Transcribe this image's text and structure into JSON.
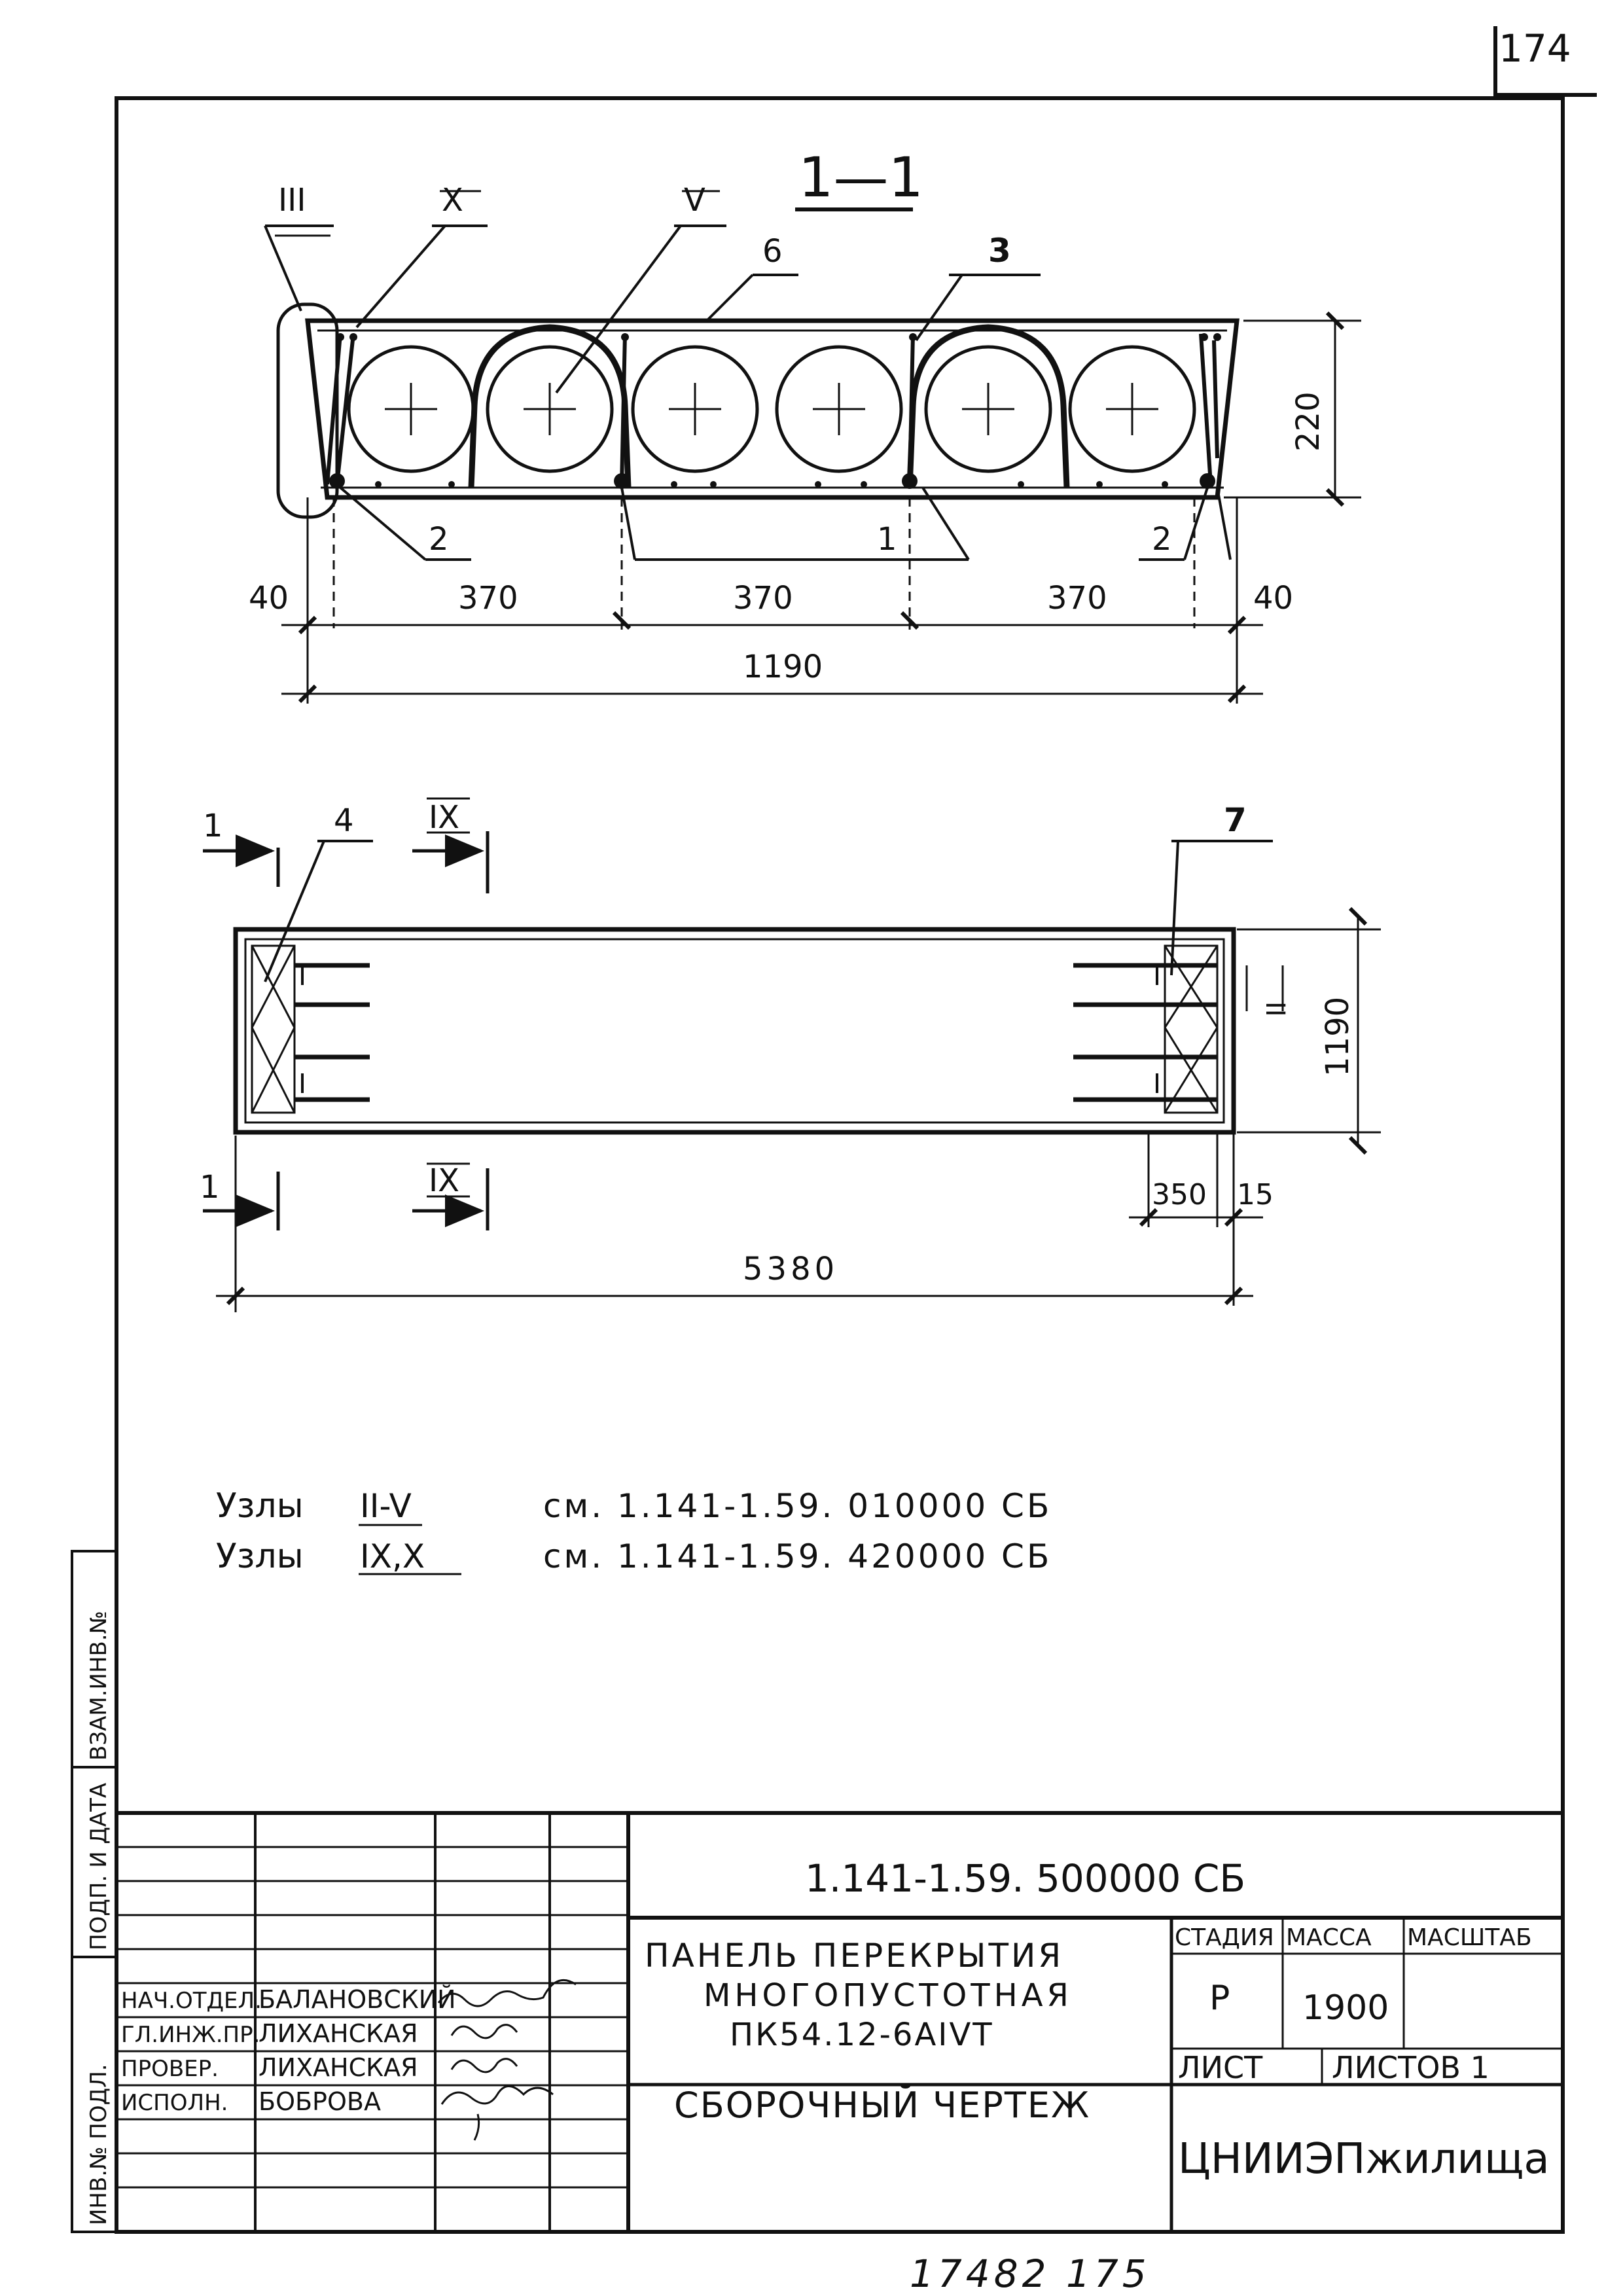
{
  "sheet_number": "174",
  "archive_note": "17482 175",
  "section": {
    "title": "1—1",
    "callouts": [
      "III",
      "X",
      "V",
      "6",
      "3",
      "2",
      "1",
      "2"
    ],
    "dim_height": "220",
    "dims_bottom": [
      "40",
      "370",
      "370",
      "370",
      "40"
    ],
    "dim_total": "1190"
  },
  "plan": {
    "marks": [
      "1",
      "4",
      "IX",
      "7",
      "1",
      "IX"
    ],
    "node_mark": "II",
    "dim_width": "1190",
    "dims_small": [
      "350",
      "15"
    ],
    "dim_length": "5380"
  },
  "notes": [
    {
      "label": "Узлы",
      "nodes": "II-V",
      "ref": "см. 1.141-1.59. 010000 СБ"
    },
    {
      "label": "Узлы",
      "nodes": "IX,X",
      "ref": "см. 1.141-1.59. 420000 СБ"
    }
  ],
  "side_labels": [
    "ВЗАМ.ИНВ.№",
    "ПОДП. И ДАТА",
    "ИНВ.№ ПОДЛ."
  ],
  "title_block": {
    "doc_code": "1.141-1.59. 500000 СБ",
    "people": [
      {
        "role": "НАЧ.ОТДЕЛ.",
        "name": "БАЛАНОВСКИЙ"
      },
      {
        "role": "ГЛ.ИНЖ.ПР.",
        "name": "ЛИХАНСКАЯ"
      },
      {
        "role": "ПРОВЕР.",
        "name": "ЛИХАНСКАЯ"
      },
      {
        "role": "ИСПОЛН.",
        "name": "БОБРОВА"
      }
    ],
    "name_lines": [
      "ПАНЕЛЬ ПЕРЕКРЫТИЯ",
      "МНОГОПУСТОТНАЯ",
      "ПК54.12-6АIVТ"
    ],
    "drawing_type": "СБОРОЧНЫЙ ЧЕРТЕЖ",
    "headers": [
      "СТАДИЯ",
      "МАССА",
      "МАСШТАБ"
    ],
    "stage": "Р",
    "mass": "1900",
    "scale": "",
    "sheet_label": "ЛИСТ",
    "sheets_label": "ЛИСТОВ 1",
    "org": "ЦНИИЭПжилища"
  }
}
